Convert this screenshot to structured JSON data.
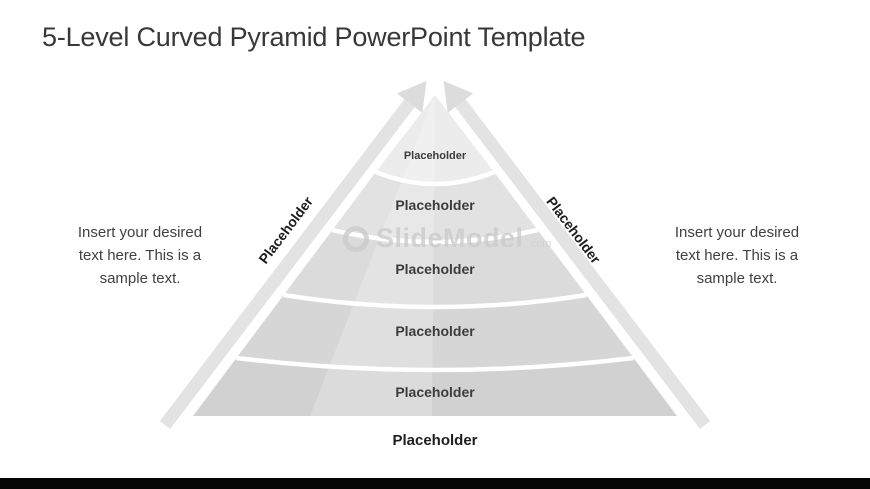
{
  "header": {
    "title": "5-Level Curved Pyramid PowerPoint Template"
  },
  "pyramid": {
    "levels": [
      "Placeholder",
      "Placeholder",
      "Placeholder",
      "Placeholder",
      "Placeholder"
    ],
    "left_arrow_label": "Placeholder",
    "right_arrow_label": "Placeholder",
    "base_label": "Placeholder"
  },
  "side_text": {
    "left": "Insert your desired\ntext here. This is a\nsample text.",
    "right": "Insert your desired\ntext here. This is a\nsample text."
  },
  "watermark": {
    "brand": "SlideModel",
    "suffix": ".com"
  },
  "colors": {
    "pyramid_gray": "#d9d9d9",
    "divider_white": "#ffffff",
    "arrow_gray": "#e3e3e3",
    "text_dark": "#3c3c3c",
    "bottom_bar": "#060606"
  }
}
